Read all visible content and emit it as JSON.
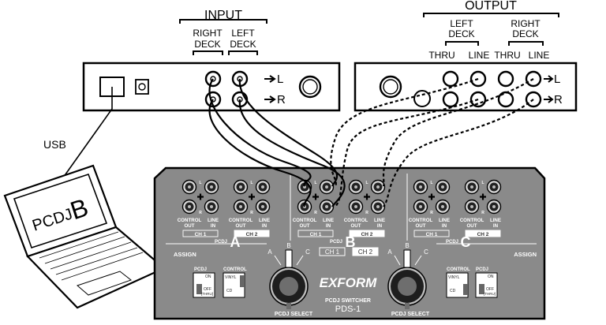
{
  "input": {
    "title": "INPUT",
    "right_deck_line1": "RIGHT",
    "right_deck_line2": "DECK",
    "left_deck_line1": "LEFT",
    "left_deck_line2": "DECK",
    "ch_l": "L",
    "ch_r": "R"
  },
  "output": {
    "title": "OUTPUT",
    "left_deck_line1": "LEFT",
    "left_deck_line2": "DECK",
    "right_deck_line1": "RIGHT",
    "right_deck_line2": "DECK",
    "thru1": "THRU",
    "line1": "LINE",
    "thru2": "THRU",
    "line2": "LINE",
    "ch_l": "L",
    "ch_r": "R"
  },
  "usb_label": "USB",
  "laptop": {
    "screen_text": "PCDJ",
    "screen_letter": "B"
  },
  "switcher": {
    "brand": "EXFORM",
    "subtitle": "PCDJ SWITCHER",
    "model": "PDS-1",
    "section_a": "A",
    "section_b": "B",
    "section_c": "C",
    "assign_left": "ASSIGN",
    "assign_right": "ASSIGN",
    "control_out_1": "CONTROL",
    "control_out_2": "OUT",
    "line_in_1": "LINE",
    "line_in_2": "IN",
    "ch1": "CH 1",
    "ch2": "CH 2",
    "pcdj": "PCDJ",
    "jack_l": "L",
    "jack_r": "R",
    "select_label": "PCDJ  SELECT",
    "sel_a": "A",
    "sel_b": "B",
    "sel_c": "C",
    "assign_ch1": "CH 1",
    "assign_ch2": "CH 2",
    "sw_pcdj": "PCDJ",
    "sw_on": "ON",
    "sw_off": "OFF",
    "sw_thru": "[THRU]",
    "sw_control": "CONTROL",
    "sw_vinyl": "VINYL",
    "sw_cd": "CD"
  }
}
